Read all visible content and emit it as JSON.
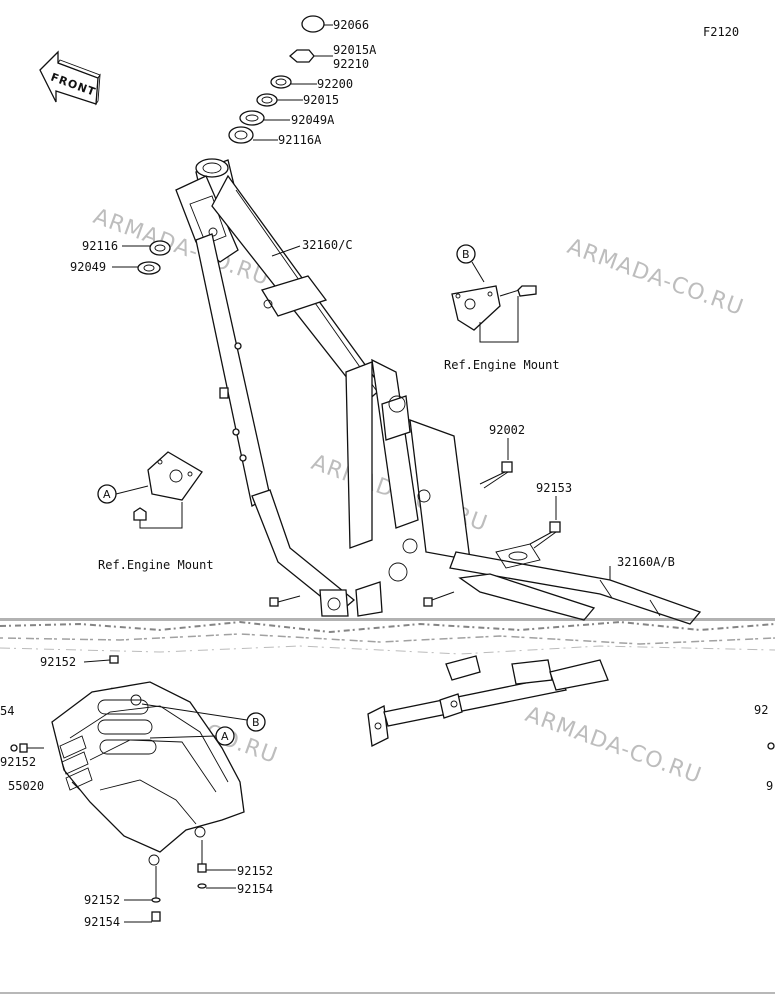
{
  "diagram_code": "F2120",
  "front_label": "FRONT",
  "watermark": "ARMADA-CO.RU",
  "ref_engine_mount": "Ref.Engine Mount",
  "callouts": {
    "a": "A",
    "b": "B"
  },
  "parts": {
    "p92066": "92066",
    "p92015a": "92015A",
    "p92210": "92210",
    "p92200": "92200",
    "p92015": "92015",
    "p92049a": "92049A",
    "p92116a": "92116A",
    "p92116": "92116",
    "p92049": "92049",
    "p32160c": "32160/C",
    "p92002": "92002",
    "p92153": "92153",
    "p32160ab": "32160A/B",
    "p92152_top": "92152",
    "p55020": "55020",
    "p92152_left": "92152",
    "p54_edge": "54",
    "p92152_r": "92152",
    "p92154_r": "92154",
    "p92152_b": "92152",
    "p92154_b": "92154",
    "p92_right": "92",
    "p9_right": "9"
  }
}
